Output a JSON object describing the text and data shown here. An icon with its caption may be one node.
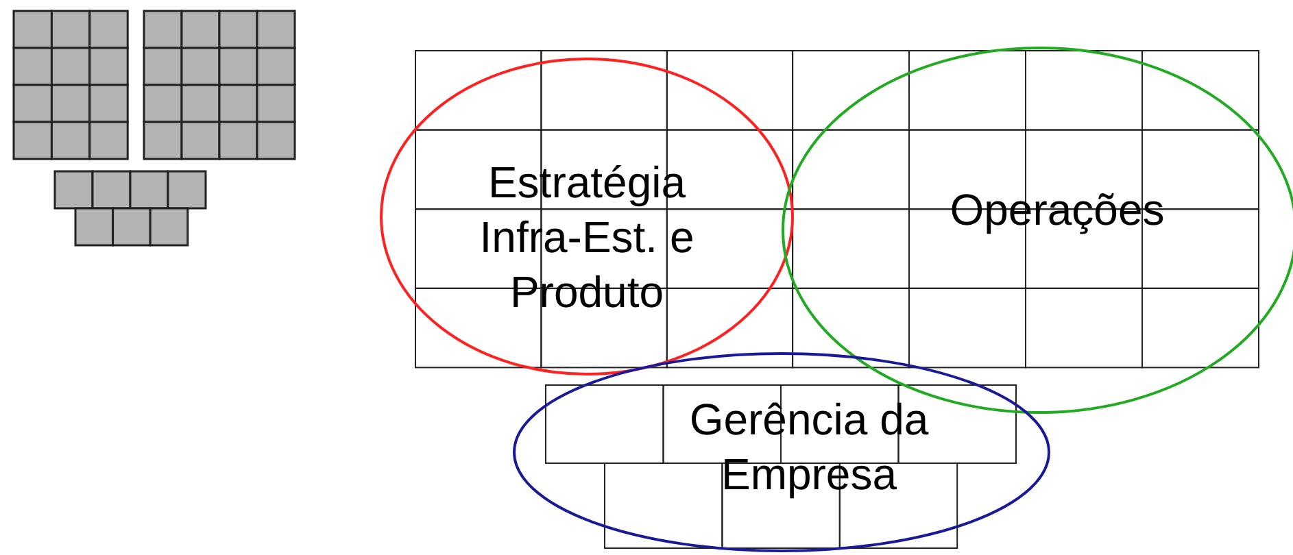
{
  "diagram": {
    "nodes": [
      {
        "text": [
          "Estratégia Infra-Est. e Produto"
        ]
      },
      {
        "text": [
          "Operações"
        ]
      },
      {
        "text": [
          "Gerência da Empresa"
        ]
      }
    ]
  }
}
